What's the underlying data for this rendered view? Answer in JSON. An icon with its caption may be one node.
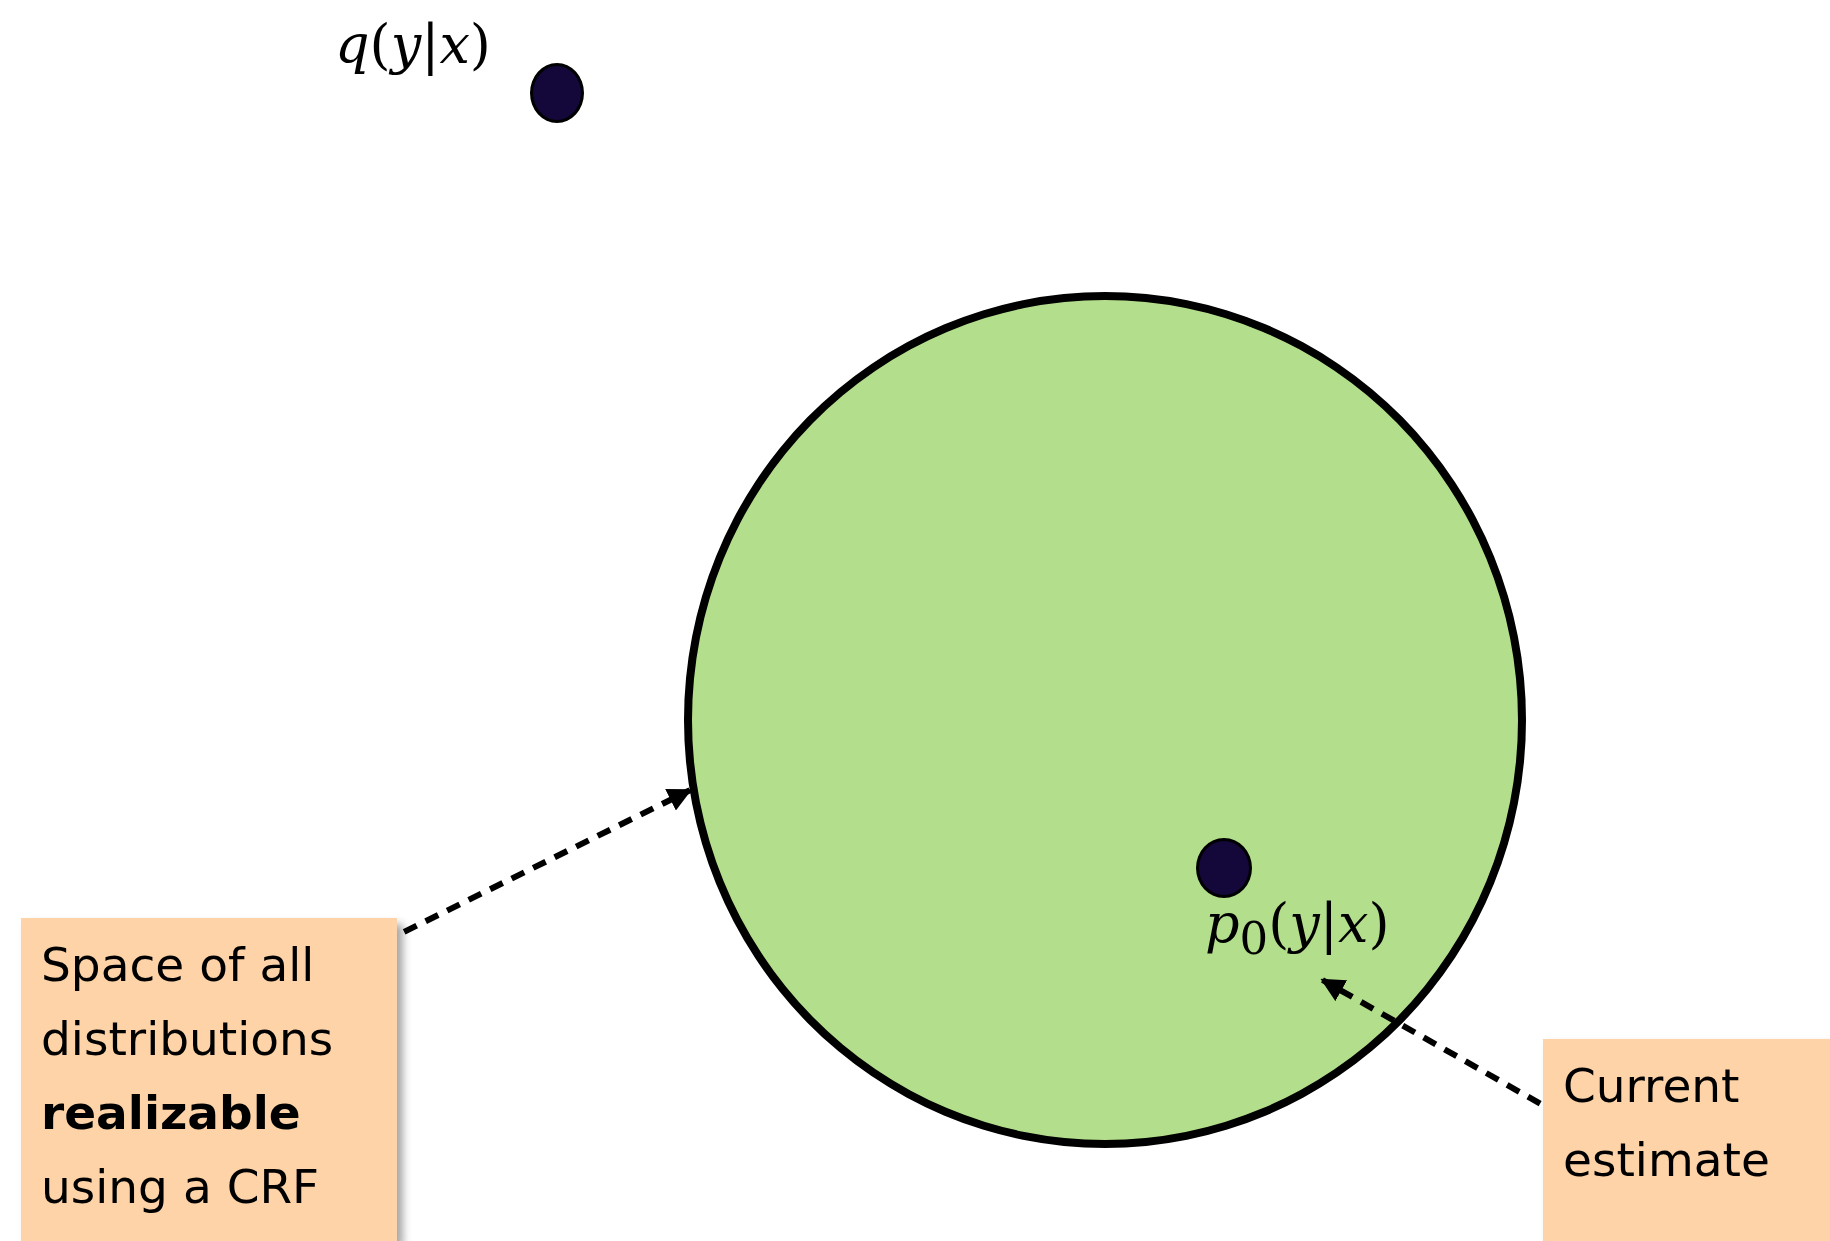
{
  "diagram": {
    "nodes": [
      {
        "text": [],
        "shape": "circle",
        "beside": [
          "*q*(*y*|*x*)"
        ]
      },
      {
        "text": [],
        "shape": "circle"
      },
      {
        "text": [],
        "shape": "circle",
        "in": 1
      },
      {
        "text": [
          "*p*$_{0}$(*y*|*x*)"
        ],
        "in": 1
      },
      {
        "text": [
          "Space of all distributions **realizable** using a CRF"
        ]
      },
      {
        "text": [
          "Current estimate"
        ]
      }
    ],
    "edges": [
      {
        "from": 4,
        "to": 1,
        "arrow": "to",
        "style": "dashed"
      },
      {
        "from": 5,
        "to": 3,
        "arrow": "to",
        "style": "dashed"
      }
    ]
  }
}
